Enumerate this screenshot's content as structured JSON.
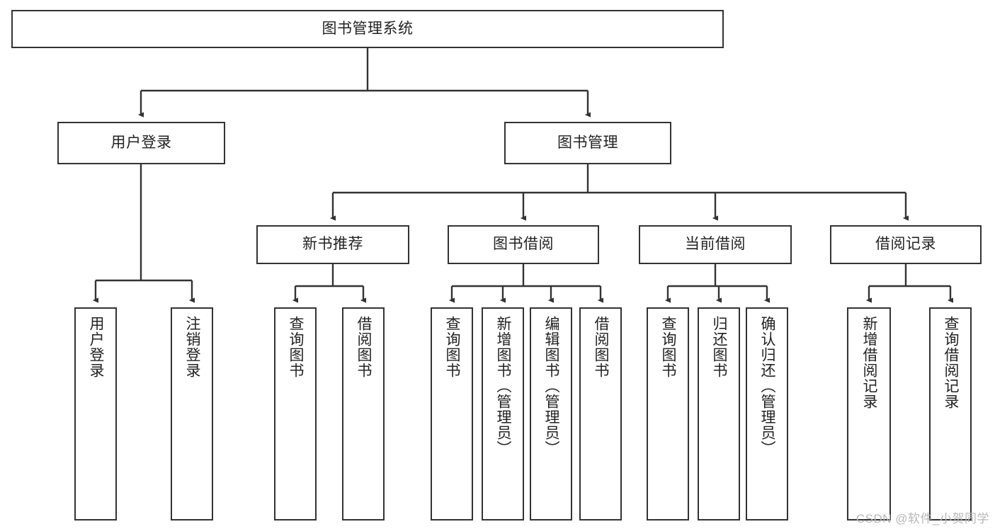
{
  "diagram": {
    "title": "图书管理系统",
    "type": "hierarchy-tree",
    "watermark": "CSDN @软件_小贺同学",
    "colors": {
      "box_border": "#333333",
      "box_fill": "#ffffff",
      "connector": "#333333",
      "text": "#222222",
      "watermark": "#b8b8b8",
      "background": "#ffffff"
    },
    "levels": [
      {
        "level": 1,
        "nodes": [
          {
            "id": "root",
            "label": "图书管理系统",
            "orientation": "horizontal"
          }
        ]
      },
      {
        "level": 2,
        "nodes": [
          {
            "id": "user-login",
            "label": "用户登录",
            "orientation": "horizontal"
          },
          {
            "id": "book-manage",
            "label": "图书管理",
            "orientation": "horizontal"
          }
        ]
      },
      {
        "level": 3,
        "nodes": [
          {
            "id": "new-book-rec",
            "label": "新书推荐",
            "orientation": "horizontal"
          },
          {
            "id": "book-borrow",
            "label": "图书借阅",
            "orientation": "horizontal"
          },
          {
            "id": "current-borrow",
            "label": "当前借阅",
            "orientation": "horizontal"
          },
          {
            "id": "borrow-record",
            "label": "借阅记录",
            "orientation": "horizontal"
          }
        ]
      },
      {
        "level": 4,
        "nodes": [
          {
            "id": "leaf-user-login",
            "label": "用户登录",
            "orientation": "vertical",
            "parent": "user-login"
          },
          {
            "id": "leaf-user-logout",
            "label": "注销登录",
            "orientation": "vertical",
            "parent": "user-login"
          },
          {
            "id": "leaf-query-book-1",
            "label": "查询图书",
            "orientation": "vertical",
            "parent": "new-book-rec"
          },
          {
            "id": "leaf-borrow-book-1",
            "label": "借阅图书",
            "orientation": "vertical",
            "parent": "new-book-rec"
          },
          {
            "id": "leaf-query-book-2",
            "label": "查询图书",
            "orientation": "vertical",
            "parent": "book-borrow"
          },
          {
            "id": "leaf-add-book",
            "label": "新增图书（管理员）",
            "orientation": "vertical",
            "parent": "book-borrow"
          },
          {
            "id": "leaf-edit-book",
            "label": "编辑图书（管理员）",
            "orientation": "vertical",
            "parent": "book-borrow"
          },
          {
            "id": "leaf-borrow-book-2",
            "label": "借阅图书",
            "orientation": "vertical",
            "parent": "book-borrow"
          },
          {
            "id": "leaf-query-book-3",
            "label": "查询图书",
            "orientation": "vertical",
            "parent": "current-borrow"
          },
          {
            "id": "leaf-return-book",
            "label": "归还图书",
            "orientation": "vertical",
            "parent": "current-borrow"
          },
          {
            "id": "leaf-confirm-return",
            "label": "确认归还（管理员）",
            "orientation": "vertical",
            "parent": "current-borrow"
          },
          {
            "id": "leaf-add-record",
            "label": "新增借阅记录",
            "orientation": "vertical",
            "parent": "borrow-record"
          },
          {
            "id": "leaf-query-record",
            "label": "查询借阅记录",
            "orientation": "vertical",
            "parent": "borrow-record"
          }
        ]
      }
    ]
  }
}
